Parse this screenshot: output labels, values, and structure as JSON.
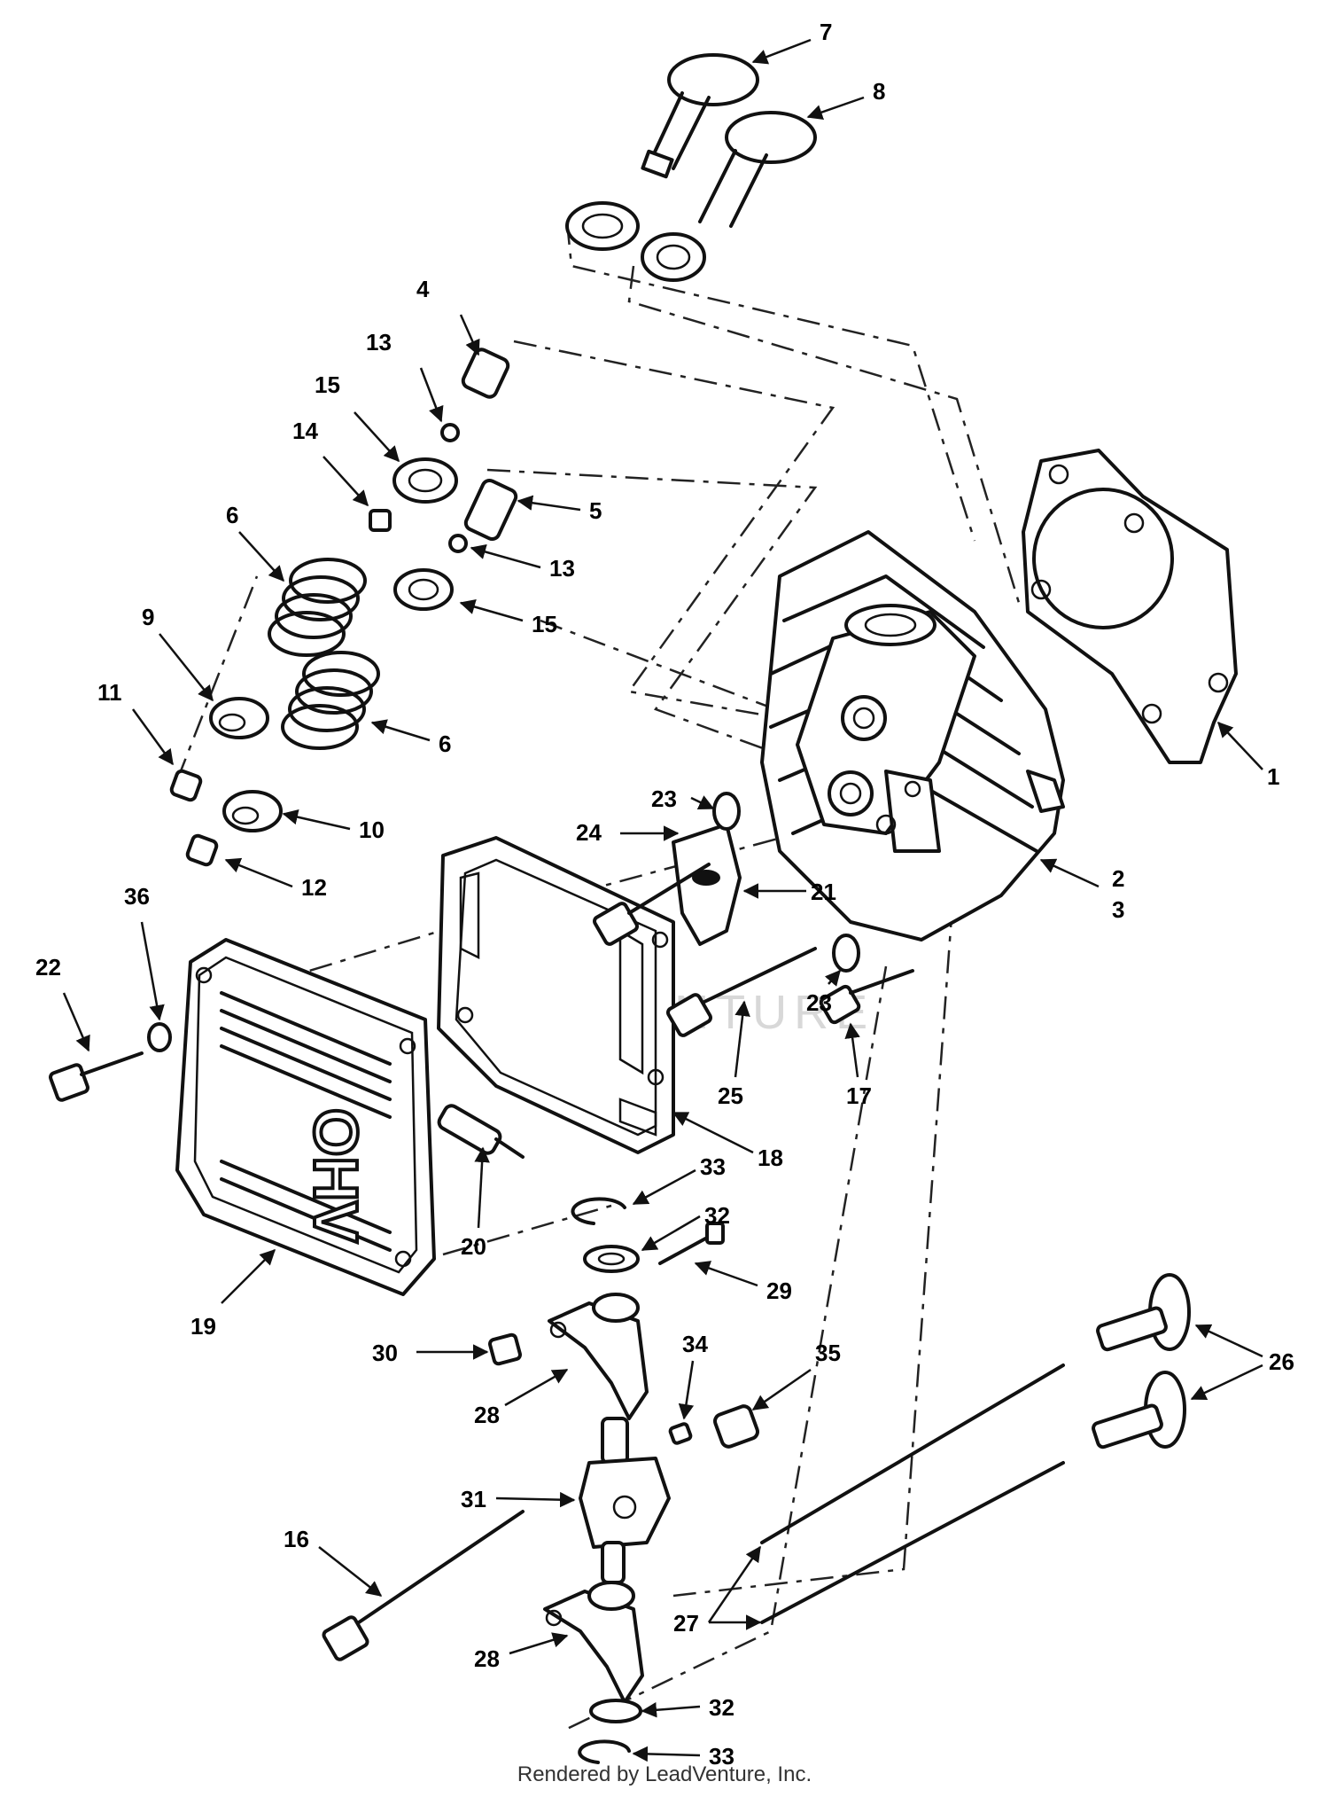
{
  "footer": {
    "credit": "Rendered by LeadVenture, Inc."
  },
  "watermark": {
    "text": "LEADVENTURE"
  },
  "callouts": [
    {
      "id": "c7",
      "label": "7"
    },
    {
      "id": "c8",
      "label": "8"
    },
    {
      "id": "c4",
      "label": "4"
    },
    {
      "id": "c13a",
      "label": "13"
    },
    {
      "id": "c15a",
      "label": "15"
    },
    {
      "id": "c14",
      "label": "14"
    },
    {
      "id": "c5",
      "label": "5"
    },
    {
      "id": "c13b",
      "label": "13"
    },
    {
      "id": "c15b",
      "label": "15"
    },
    {
      "id": "c6a",
      "label": "6"
    },
    {
      "id": "c9",
      "label": "9"
    },
    {
      "id": "c6b",
      "label": "6"
    },
    {
      "id": "c11",
      "label": "11"
    },
    {
      "id": "c10",
      "label": "10"
    },
    {
      "id": "c12",
      "label": "12"
    },
    {
      "id": "c1",
      "label": "1"
    },
    {
      "id": "c2",
      "label": "2"
    },
    {
      "id": "c3",
      "label": "3"
    },
    {
      "id": "c23a",
      "label": "23"
    },
    {
      "id": "c24",
      "label": "24"
    },
    {
      "id": "c21",
      "label": "21"
    },
    {
      "id": "c23b",
      "label": "23"
    },
    {
      "id": "c25",
      "label": "25"
    },
    {
      "id": "c17",
      "label": "17"
    },
    {
      "id": "c22",
      "label": "22"
    },
    {
      "id": "c36",
      "label": "36"
    },
    {
      "id": "c18",
      "label": "18"
    },
    {
      "id": "c20",
      "label": "20"
    },
    {
      "id": "c19",
      "label": "19"
    },
    {
      "id": "c33a",
      "label": "33"
    },
    {
      "id": "c32a",
      "label": "32"
    },
    {
      "id": "c29",
      "label": "29"
    },
    {
      "id": "c30",
      "label": "30"
    },
    {
      "id": "c28a",
      "label": "28"
    },
    {
      "id": "c34",
      "label": "34"
    },
    {
      "id": "c35",
      "label": "35"
    },
    {
      "id": "c26",
      "label": "26"
    },
    {
      "id": "c31",
      "label": "31"
    },
    {
      "id": "c16",
      "label": "16"
    },
    {
      "id": "c27",
      "label": "27"
    },
    {
      "id": "c28b",
      "label": "28"
    },
    {
      "id": "c32b",
      "label": "32"
    },
    {
      "id": "c33b",
      "label": "33"
    }
  ]
}
